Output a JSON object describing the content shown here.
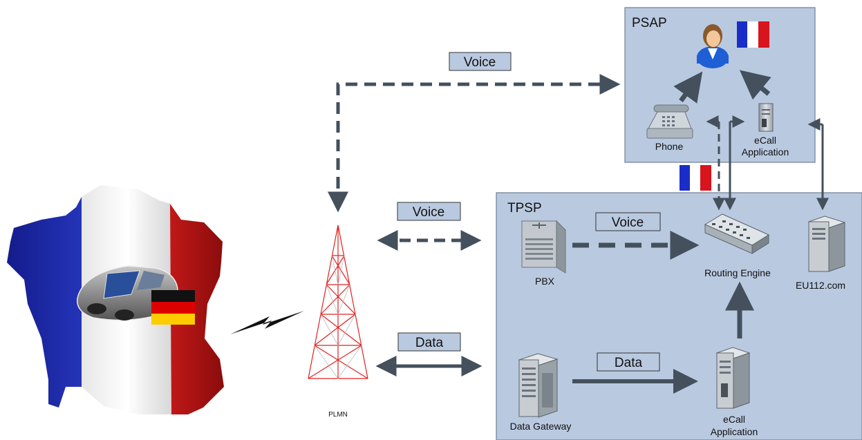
{
  "psap": {
    "title": "PSAP",
    "phone_label": "Phone",
    "app_label_line1": "eCall",
    "app_label_line2": "Application"
  },
  "tpsp": {
    "title": "TPSP",
    "pbx_label": "PBX",
    "routing_label": "Routing Engine",
    "eu112_label": "EU112.com",
    "gateway_label": "Data Gateway",
    "app_label_line1": "eCall",
    "app_label_line2": "Application"
  },
  "plmn_label": "PLMN",
  "tags": {
    "voice_top": "Voice",
    "voice_mid": "Voice",
    "data_mid": "Data",
    "voice_tpsp": "Voice",
    "data_tpsp": "Data"
  },
  "colors": {
    "box_fill": "#b9c9e0",
    "box_stroke": "#6f7f95",
    "arrow": "#44505c",
    "tag_fill": "#b9c9e0",
    "tower_red": "#e02020",
    "flag_blue": "#1a2dc8",
    "flag_red": "#d8141c",
    "de_black": "#111111",
    "de_red": "#dd0000",
    "de_gold": "#ffcc00"
  },
  "flags": {
    "psap_flag": "france",
    "tpsp_flag": "france",
    "car_flag": "germany",
    "map_flag": "france"
  },
  "icons": {
    "operator": "operator-person-icon",
    "phone": "desk-phone-icon",
    "ecall_server": "server-icon",
    "pbx": "pbx-switch-icon",
    "router": "network-router-icon",
    "eu112": "server-tower-icon",
    "gateway": "server-rack-icon",
    "car": "car-icon",
    "tower": "radio-tower-icon",
    "wireless": "wireless-link-icon"
  }
}
